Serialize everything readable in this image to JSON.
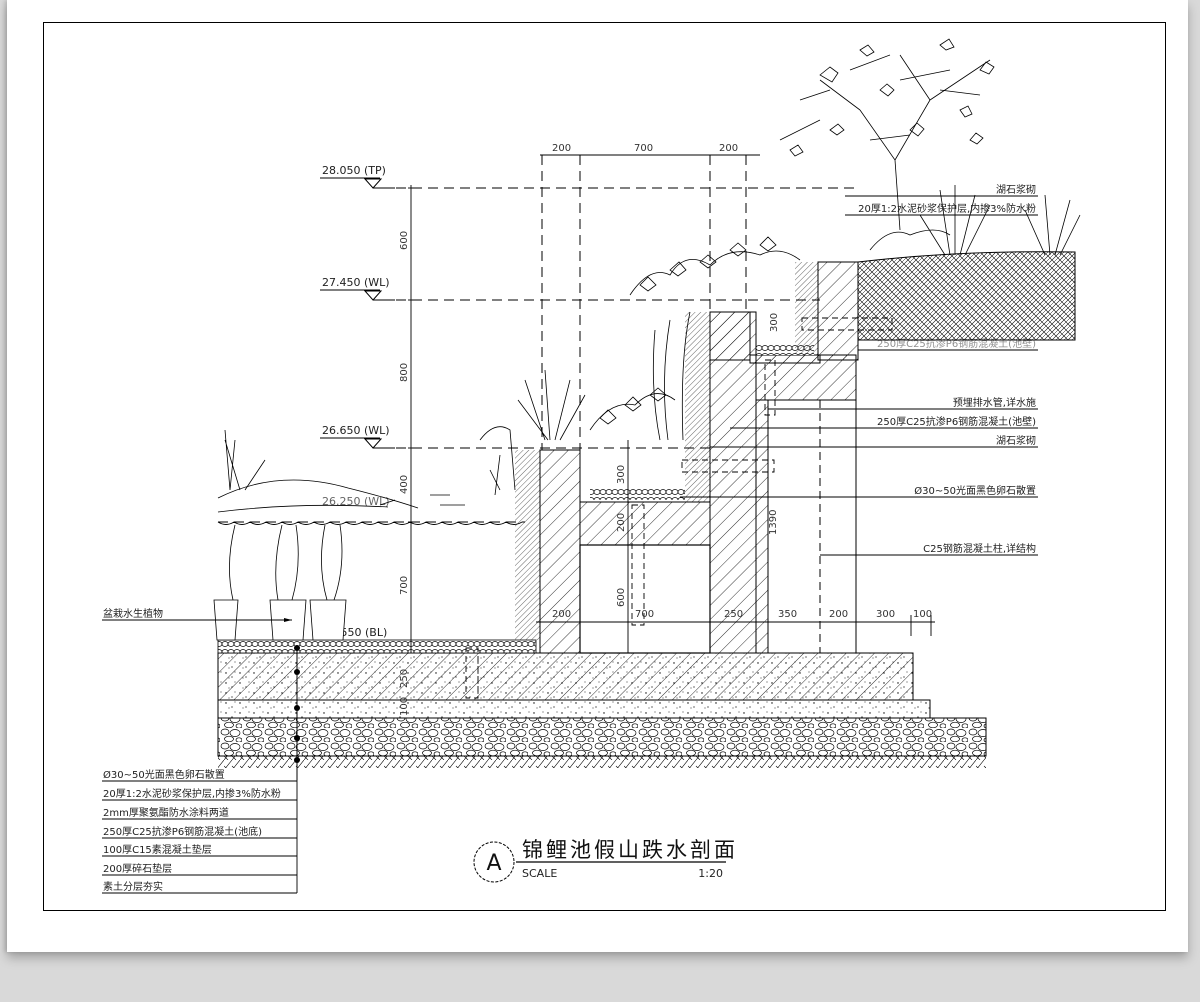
{
  "drawing": {
    "title": "锦鲤池假山跌水剖面",
    "section_marker": "A",
    "scale_label": "SCALE",
    "scale_value": "1:20"
  },
  "elevations": [
    {
      "value": "28.050",
      "tag": "(TP)"
    },
    {
      "value": "27.450",
      "tag": "(WL)"
    },
    {
      "value": "26.650",
      "tag": "(WL)"
    },
    {
      "value": "26.250",
      "tag": "(WL)"
    },
    {
      "value": "25.550",
      "tag": "(BL)"
    }
  ],
  "dimensions": {
    "top": [
      "200",
      "700",
      "200"
    ],
    "vertical_left": [
      "600",
      "800",
      "400",
      "700"
    ],
    "foundation_left": [
      "250",
      "100"
    ],
    "bottom": [
      "200",
      "700",
      "250",
      "350",
      "200",
      "300",
      "100"
    ],
    "upper_basin_depth": "300",
    "mid_basin_depth": "300",
    "mid_wall": "200",
    "chamber_height": "600",
    "column_height": "1390"
  },
  "annotations_right": [
    "湖石浆砌",
    "20厚1:2水泥砂浆保护层,内掺3%防水粉",
    "250厚C25抗渗P6钢筋混凝土(池壁)",
    "预埋排水管,详水施",
    "250厚C25抗渗P6钢筋混凝土(池壁)",
    "湖石浆砌",
    "Ø30~50光面黑色卵石散置",
    "C25钢筋混凝土柱,详结构"
  ],
  "annotation_left_plant": "盆栽水生植物",
  "layer_legend": [
    "Ø30~50光面黑色卵石散置",
    "20厚1:2水泥砂浆保护层,内掺3%防水粉",
    "2mm厚聚氨酯防水涂料两道",
    "250厚C25抗渗P6钢筋混凝土(池底)",
    "100厚C15素混凝土垫层",
    "200厚碎石垫层",
    "素土分层夯实"
  ],
  "colors": {
    "page_bg": "#d9d9d9",
    "paper": "#ffffff",
    "line": "#000000",
    "text": "#222222"
  }
}
